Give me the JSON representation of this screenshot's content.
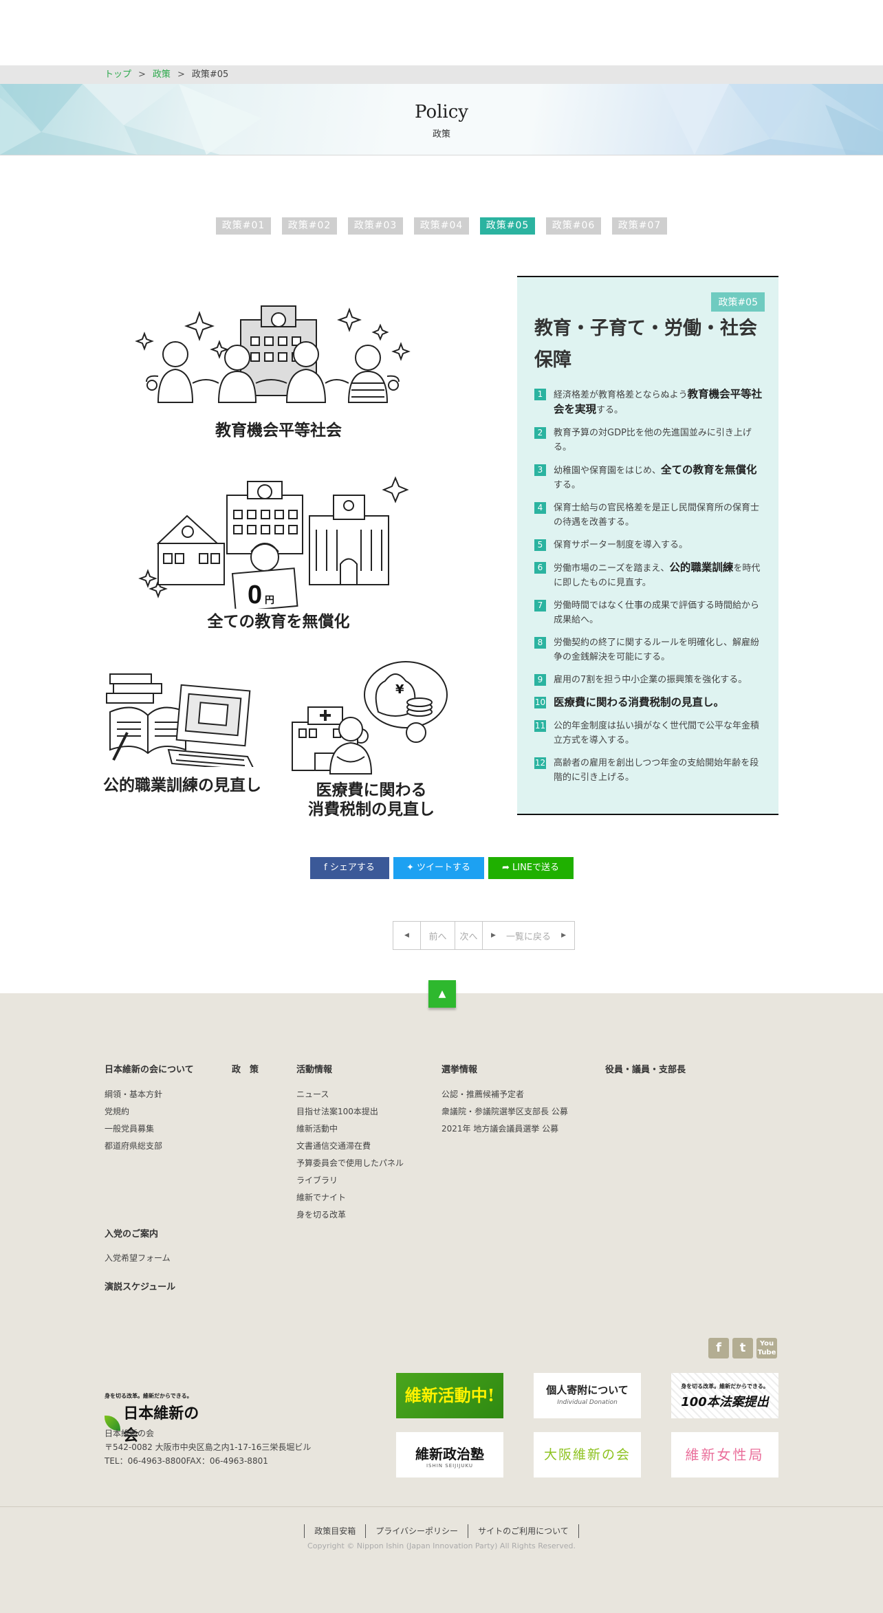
{
  "breadcrumb": {
    "items": [
      "トップ",
      "政策"
    ],
    "current": "政策#05"
  },
  "hero": {
    "title": "Policy",
    "subtitle": "政策"
  },
  "tabs": [
    "政策#01",
    "政策#02",
    "政策#03",
    "政策#04",
    "政策#05",
    "政策#06",
    "政策#07"
  ],
  "illustrations": {
    "education_equal": "教育機会平等社会",
    "free_education": "全ての教育を無償化",
    "vocational_line1": "公的職業訓練の見直し",
    "medical_line1": "医療費に関わる",
    "medical_line2": "消費税制の見直し",
    "zero_yen": "0",
    "yen_unit": "円"
  },
  "policy": {
    "badge": "政策#05",
    "title": "教育・子育て・労働・社会保障",
    "items": [
      {
        "n": "1",
        "pre": "経済格差が教育格差とならぬよう",
        "bold": "教育機会平等社会を実現",
        "post": "する。"
      },
      {
        "n": "2",
        "pre": "教育予算の対GDP比を他の先進国並みに引き上げる。",
        "bold": "",
        "post": ""
      },
      {
        "n": "3",
        "pre": "幼稚園や保育園をはじめ、",
        "bold": "全ての教育を無償化",
        "post": "する。"
      },
      {
        "n": "4",
        "pre": "保育士給与の官民格差を是正し民間保育所の保育士の待遇を改善する。",
        "bold": "",
        "post": ""
      },
      {
        "n": "5",
        "pre": "保育サポーター制度を導入する。",
        "bold": "",
        "post": ""
      },
      {
        "n": "6",
        "pre": "労働市場のニーズを踏まえ、",
        "bold": "公的職業訓練",
        "post": "を時代に即したものに見直す。"
      },
      {
        "n": "7",
        "pre": "労働時間ではなく仕事の成果で評価する時間給から成果給へ。",
        "bold": "",
        "post": ""
      },
      {
        "n": "8",
        "pre": "労働契約の終了に関するルールを明確化し、解雇紛争の金銭解決を可能にする。",
        "bold": "",
        "post": ""
      },
      {
        "n": "9",
        "pre": "雇用の7割を担う中小企業の振興策を強化する。",
        "bold": "",
        "post": ""
      },
      {
        "n": "10",
        "pre": "",
        "bold": "医療費に関わる消費税制の見直し。",
        "post": ""
      },
      {
        "n": "11",
        "pre": "公的年金制度は払い損がなく世代間で公平な年金積立方式を導入する。",
        "bold": "",
        "post": ""
      },
      {
        "n": "12",
        "pre": "高齢者の雇用を創出しつつ年金の支給開始年齢を段階的に引き上げる。",
        "bold": "",
        "post": ""
      }
    ]
  },
  "share": {
    "facebook": "シェアする",
    "twitter": "ツイートする",
    "line": "LINEで送る"
  },
  "pager": {
    "prev": "前へ",
    "next": "次へ",
    "list": "一覧に戻る"
  },
  "footer": {
    "col1": {
      "title": "日本維新の会について",
      "links": [
        "綱領・基本方針",
        "党規約",
        "一般党員募集",
        "都道府県総支部"
      ]
    },
    "col2": {
      "title": "政　策"
    },
    "col3": {
      "title": "活動情報",
      "links": [
        "ニュース",
        "目指せ法案100本提出",
        "維新活動中",
        "文書通信交通滞在費",
        "予算委員会で使用したパネル",
        "ライブラリ",
        "維新でナイト",
        "身を切る改革"
      ]
    },
    "col4": {
      "title": "選挙情報",
      "links": [
        "公認・推薦候補予定者",
        "衆議院・参議院選挙区支部長 公募",
        "2021年 地方議会議員選挙 公募"
      ]
    },
    "col5": {
      "title": "役員・議員・支部長"
    },
    "join": {
      "title": "入党のご案内",
      "links": [
        "入党希望フォーム"
      ]
    },
    "speech": {
      "title": "演説スケジュール"
    },
    "logo": {
      "tagline": "身を切る改革。維新だからできる。",
      "name": "日本維新の会"
    },
    "address": {
      "org": "日本維新の会",
      "addr": "〒542-0082 大阪市中央区島之内1-17-16三栄長堀ビル",
      "tel": "TEL：06-4963-8800FAX：06-4963-8801"
    },
    "sns": [
      "facebook-icon",
      "twitter-icon",
      "youtube-icon"
    ],
    "banners": {
      "katsudo": "維新活動中!",
      "kifu_title": "個人寄附について",
      "kifu_sub": "Individual Donation",
      "houan_top": "身を切る改革。維新だからできる。",
      "houan_main": "100本法案提出",
      "seijijuku": "維新政治塾",
      "seijijuku_sub": "ISHIN SEIJIJUKU",
      "osaka": "大阪維新の会",
      "josei": "維新女性局"
    },
    "bottom_links": [
      "政策目安箱",
      "プライバシーポリシー",
      "サイトのご利用について"
    ],
    "copyright": "Copyright © Nippon Ishin (Japan Innovation Party) All Rights Reserved."
  },
  "colors": {
    "accent": "#2bb3a0",
    "green": "#2eb82e",
    "footer_bg": "#e8e5dd",
    "policy_bg": "#dff3f1"
  }
}
